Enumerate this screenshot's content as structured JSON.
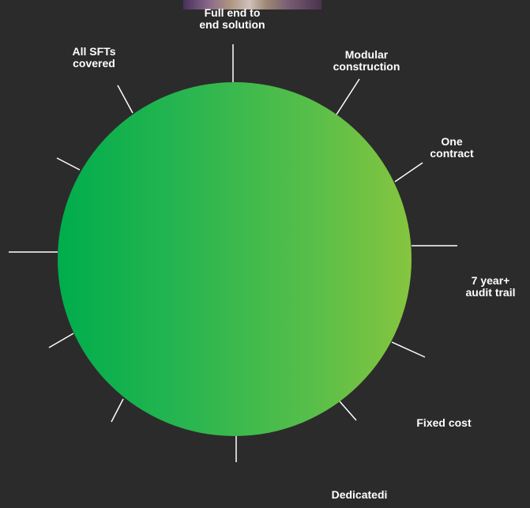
{
  "diagram": {
    "labels": [
      {
        "id": "full-end-to-end",
        "lines": [
          "Full end to",
          "end solution"
        ]
      },
      {
        "id": "modular-construction",
        "lines": [
          "Modular",
          "construction"
        ]
      },
      {
        "id": "one-contract",
        "lines": [
          "One",
          "contract"
        ]
      },
      {
        "id": "seven-year-audit-trail",
        "lines": [
          "7 year+",
          "audit trail"
        ]
      },
      {
        "id": "fixed-cost",
        "lines": [
          "Fixed cost"
        ]
      },
      {
        "id": "dedicated",
        "lines": [
          "Dedicatedi"
        ]
      },
      {
        "id": "all-sfts-covered",
        "lines": [
          "All SFTs",
          "covered"
        ]
      }
    ]
  }
}
